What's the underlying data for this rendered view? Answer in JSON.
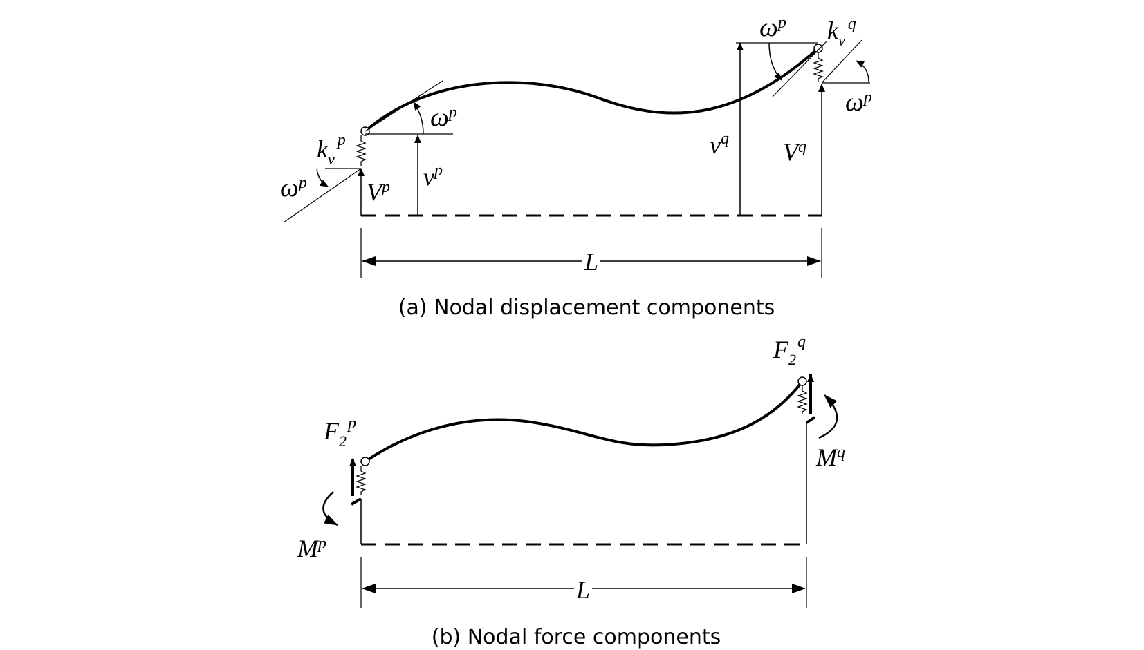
{
  "panel_a": {
    "caption": "(a) Nodal displacement components",
    "length_label": "L",
    "omega_symbol": "ω",
    "p": "p",
    "q": "q",
    "k_symbol": "k",
    "v_sub": "v",
    "big_v": "V",
    "small_v": "v"
  },
  "panel_b": {
    "caption": "(b) Nodal force components",
    "length_label": "L",
    "f_symbol": "F",
    "f_sub": "2",
    "m_symbol": "M",
    "p": "p",
    "q": "q"
  }
}
